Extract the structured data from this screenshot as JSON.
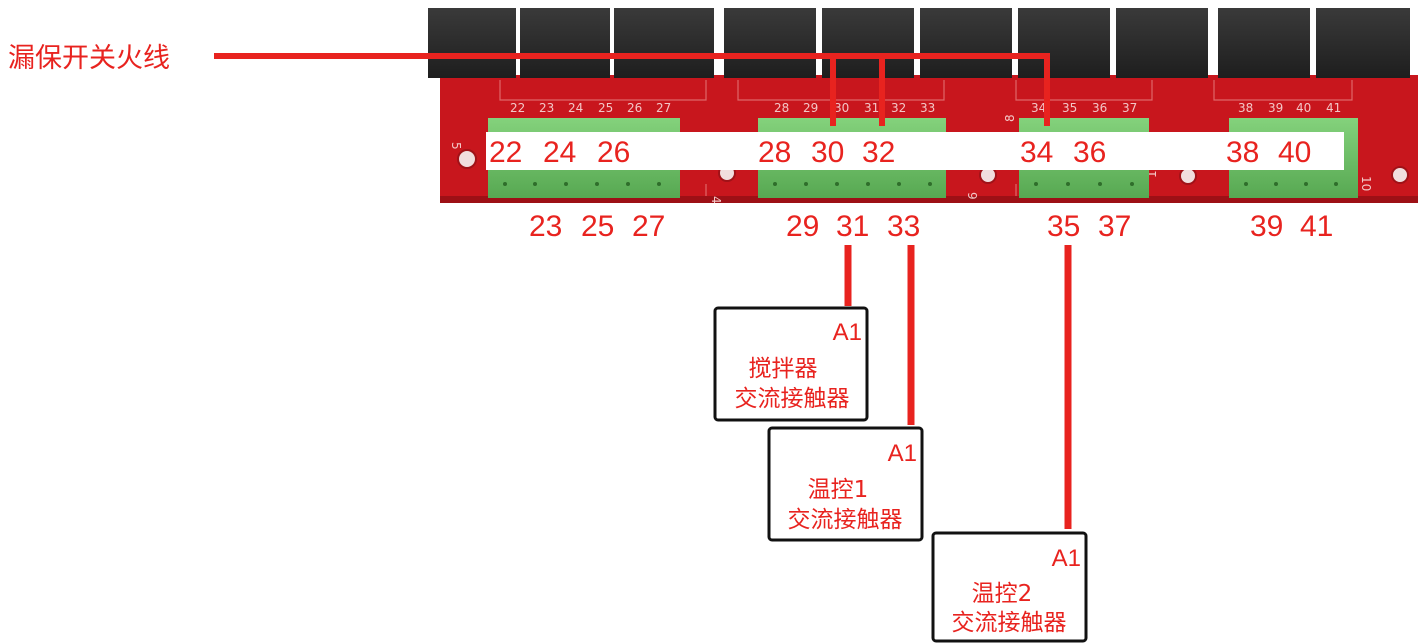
{
  "colors": {
    "wire": "#e8231f",
    "label_text": "#e8231f",
    "pcb_board": "#c8161d",
    "relay_body": "#2b2b2b",
    "terminal_block": "#6fc16a",
    "box_border": "#111111"
  },
  "live_wire_label": "漏保开关火线",
  "silkscreen": {
    "group1_nums": [
      "22",
      "23",
      "24",
      "25",
      "26",
      "27"
    ],
    "group2_nums": [
      "28",
      "29",
      "30",
      "31",
      "32",
      "33"
    ],
    "group3_nums": [
      "34",
      "35",
      "36",
      "37"
    ],
    "group4_nums": [
      "38",
      "39",
      "40",
      "41"
    ],
    "side_marks": [
      "5",
      "4",
      "9",
      "11",
      "10",
      "8"
    ]
  },
  "top_terminals": [
    "22",
    "24",
    "26",
    "28",
    "30",
    "32",
    "34",
    "36",
    "38",
    "40"
  ],
  "bottom_terminals": [
    "23",
    "25",
    "27",
    "29",
    "31",
    "33",
    "35",
    "37",
    "39",
    "41"
  ],
  "contactors": [
    {
      "pin": "A1",
      "line1": "搅拌器",
      "line2": "交流接触器",
      "terminal": "31"
    },
    {
      "pin": "A1",
      "line1": "温控1",
      "line2": "交流接触器",
      "terminal": "33"
    },
    {
      "pin": "A1",
      "line1": "温控2",
      "line2": "交流接触器",
      "terminal": "35"
    }
  ]
}
